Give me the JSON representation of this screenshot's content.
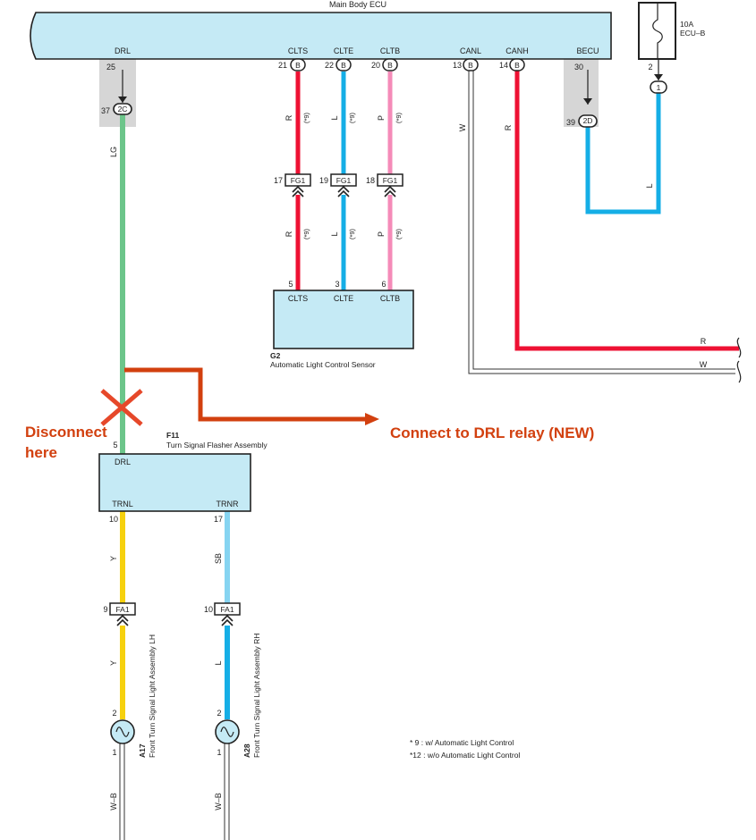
{
  "ecu": {
    "title": "Main Body ECU",
    "pins": {
      "drl": {
        "label": "DRL",
        "pin": "25",
        "conn_pin": "37",
        "conn": "2C"
      },
      "clts": {
        "label": "CLTS",
        "pin": "21",
        "conn": "B"
      },
      "clte": {
        "label": "CLTE",
        "pin": "22",
        "conn": "B"
      },
      "cltb": {
        "label": "CLTB",
        "pin": "20",
        "conn": "B"
      },
      "canl": {
        "label": "CANL",
        "pin": "13",
        "conn": "B"
      },
      "canh": {
        "label": "CANH",
        "pin": "14",
        "conn": "B"
      },
      "becu": {
        "label": "BECU",
        "pin": "30",
        "conn_pin": "39",
        "conn": "2D"
      }
    }
  },
  "fuse": {
    "rating": "10A",
    "name": "ECU–B",
    "pin": "2",
    "conn": "1"
  },
  "wires": {
    "drl": "LG",
    "clts": "R",
    "clte": "L",
    "cltb": "P",
    "canl": "W",
    "canh": "R",
    "becu": "L",
    "canh_out": "R",
    "canl_out": "W",
    "trnl_upper": "Y",
    "trnl_lower": "Y",
    "trnr_upper": "SB",
    "trnr_lower": "L",
    "ground_lh": "W–B",
    "ground_rh": "W–B",
    "note_mark": "(*9)"
  },
  "fg1": {
    "label": "FG1",
    "pins": [
      "17",
      "19",
      "18"
    ]
  },
  "sensor": {
    "code": "G2",
    "name": "Automatic Light Control Sensor",
    "pins": [
      {
        "label": "CLTS",
        "pin": "5"
      },
      {
        "label": "CLTE",
        "pin": "3"
      },
      {
        "label": "CLTB",
        "pin": "6"
      }
    ]
  },
  "flasher": {
    "code": "F11",
    "name": "Turn Signal Flasher Assembly",
    "drl_label": "DRL",
    "drl_pin": "5",
    "trnl_label": "TRNL",
    "trnl_pin": "10",
    "trnr_label": "TRNR",
    "trnr_pin": "17"
  },
  "fa1": {
    "label": "FA1",
    "pin_left": "9",
    "pin_right": "10"
  },
  "lamps": {
    "lh": {
      "code": "A17",
      "name": "Front Turn Signal Light Assembly LH",
      "pin_top": "2",
      "pin_bottom": "1"
    },
    "rh": {
      "code": "A28",
      "name": "Front Turn Signal Light Assembly RH",
      "pin_top": "2",
      "pin_bottom": "1"
    }
  },
  "annotations": {
    "disconnect_line1": "Disconnect",
    "disconnect_line2": "here",
    "connect": "Connect to DRL relay (NEW)"
  },
  "notes": [
    "* 9 : w/ Automatic Light Control",
    "*12 : w/o Automatic Light Control"
  ],
  "colors": {
    "body_fill": "#c5eaf5",
    "lg": "#6cc58a",
    "red": "#ee1133",
    "blue": "#15aee6",
    "pink": "#f58bb8",
    "yellow": "#f6d10e",
    "sky": "#86d4f1",
    "annotation": "#d2400f",
    "splice_bg": "#d6d6d6"
  }
}
